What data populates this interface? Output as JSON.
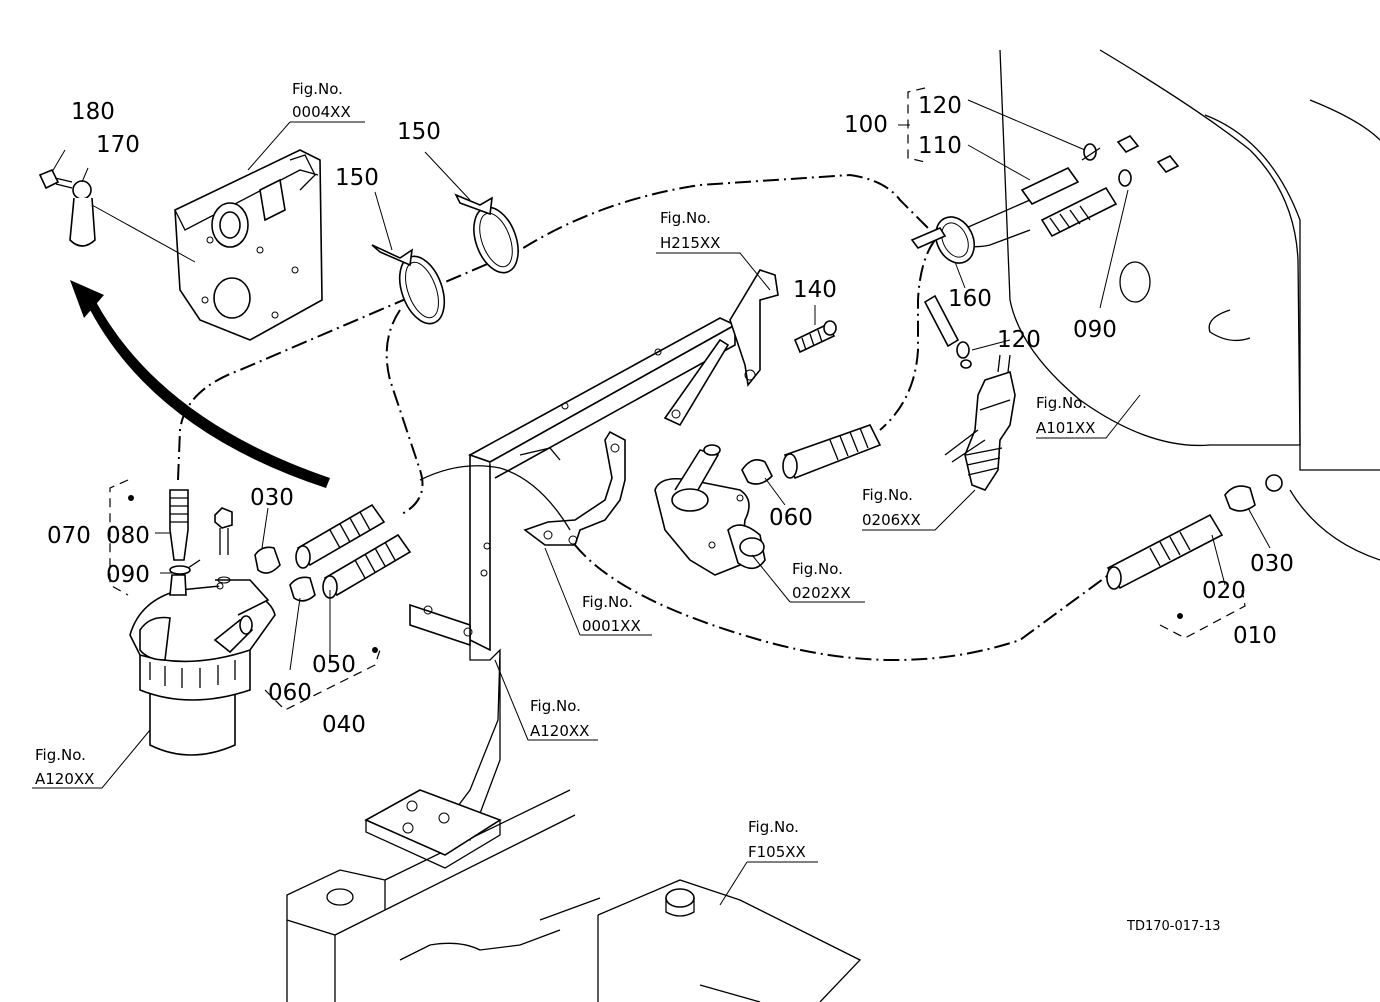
{
  "diagram": {
    "part_numbers": {
      "p180": "180",
      "p170": "170",
      "p150a": "150",
      "p150b": "150",
      "p100": "100",
      "p120a": "120",
      "p110": "110",
      "p160": "160",
      "p090a": "090",
      "p120b": "120",
      "p140": "140",
      "p070": "070",
      "p080": "080",
      "p090b": "090",
      "p030a": "030",
      "p060a": "060",
      "p050": "050",
      "p040": "040",
      "p060b": "060",
      "p020": "020",
      "p030b": "030",
      "p010": "010"
    },
    "figure_refs": {
      "fig_label": "Fig.No.",
      "r0004": "0004XX",
      "rH215": "H215XX",
      "rA101": "A101XX",
      "r0206": "0206XX",
      "r0202": "0202XX",
      "r0001": "0001XX",
      "rA120a": "A120XX",
      "rA120b": "A120XX",
      "rF105": "F105XX"
    },
    "drawing_code": "TD170-017-13"
  }
}
